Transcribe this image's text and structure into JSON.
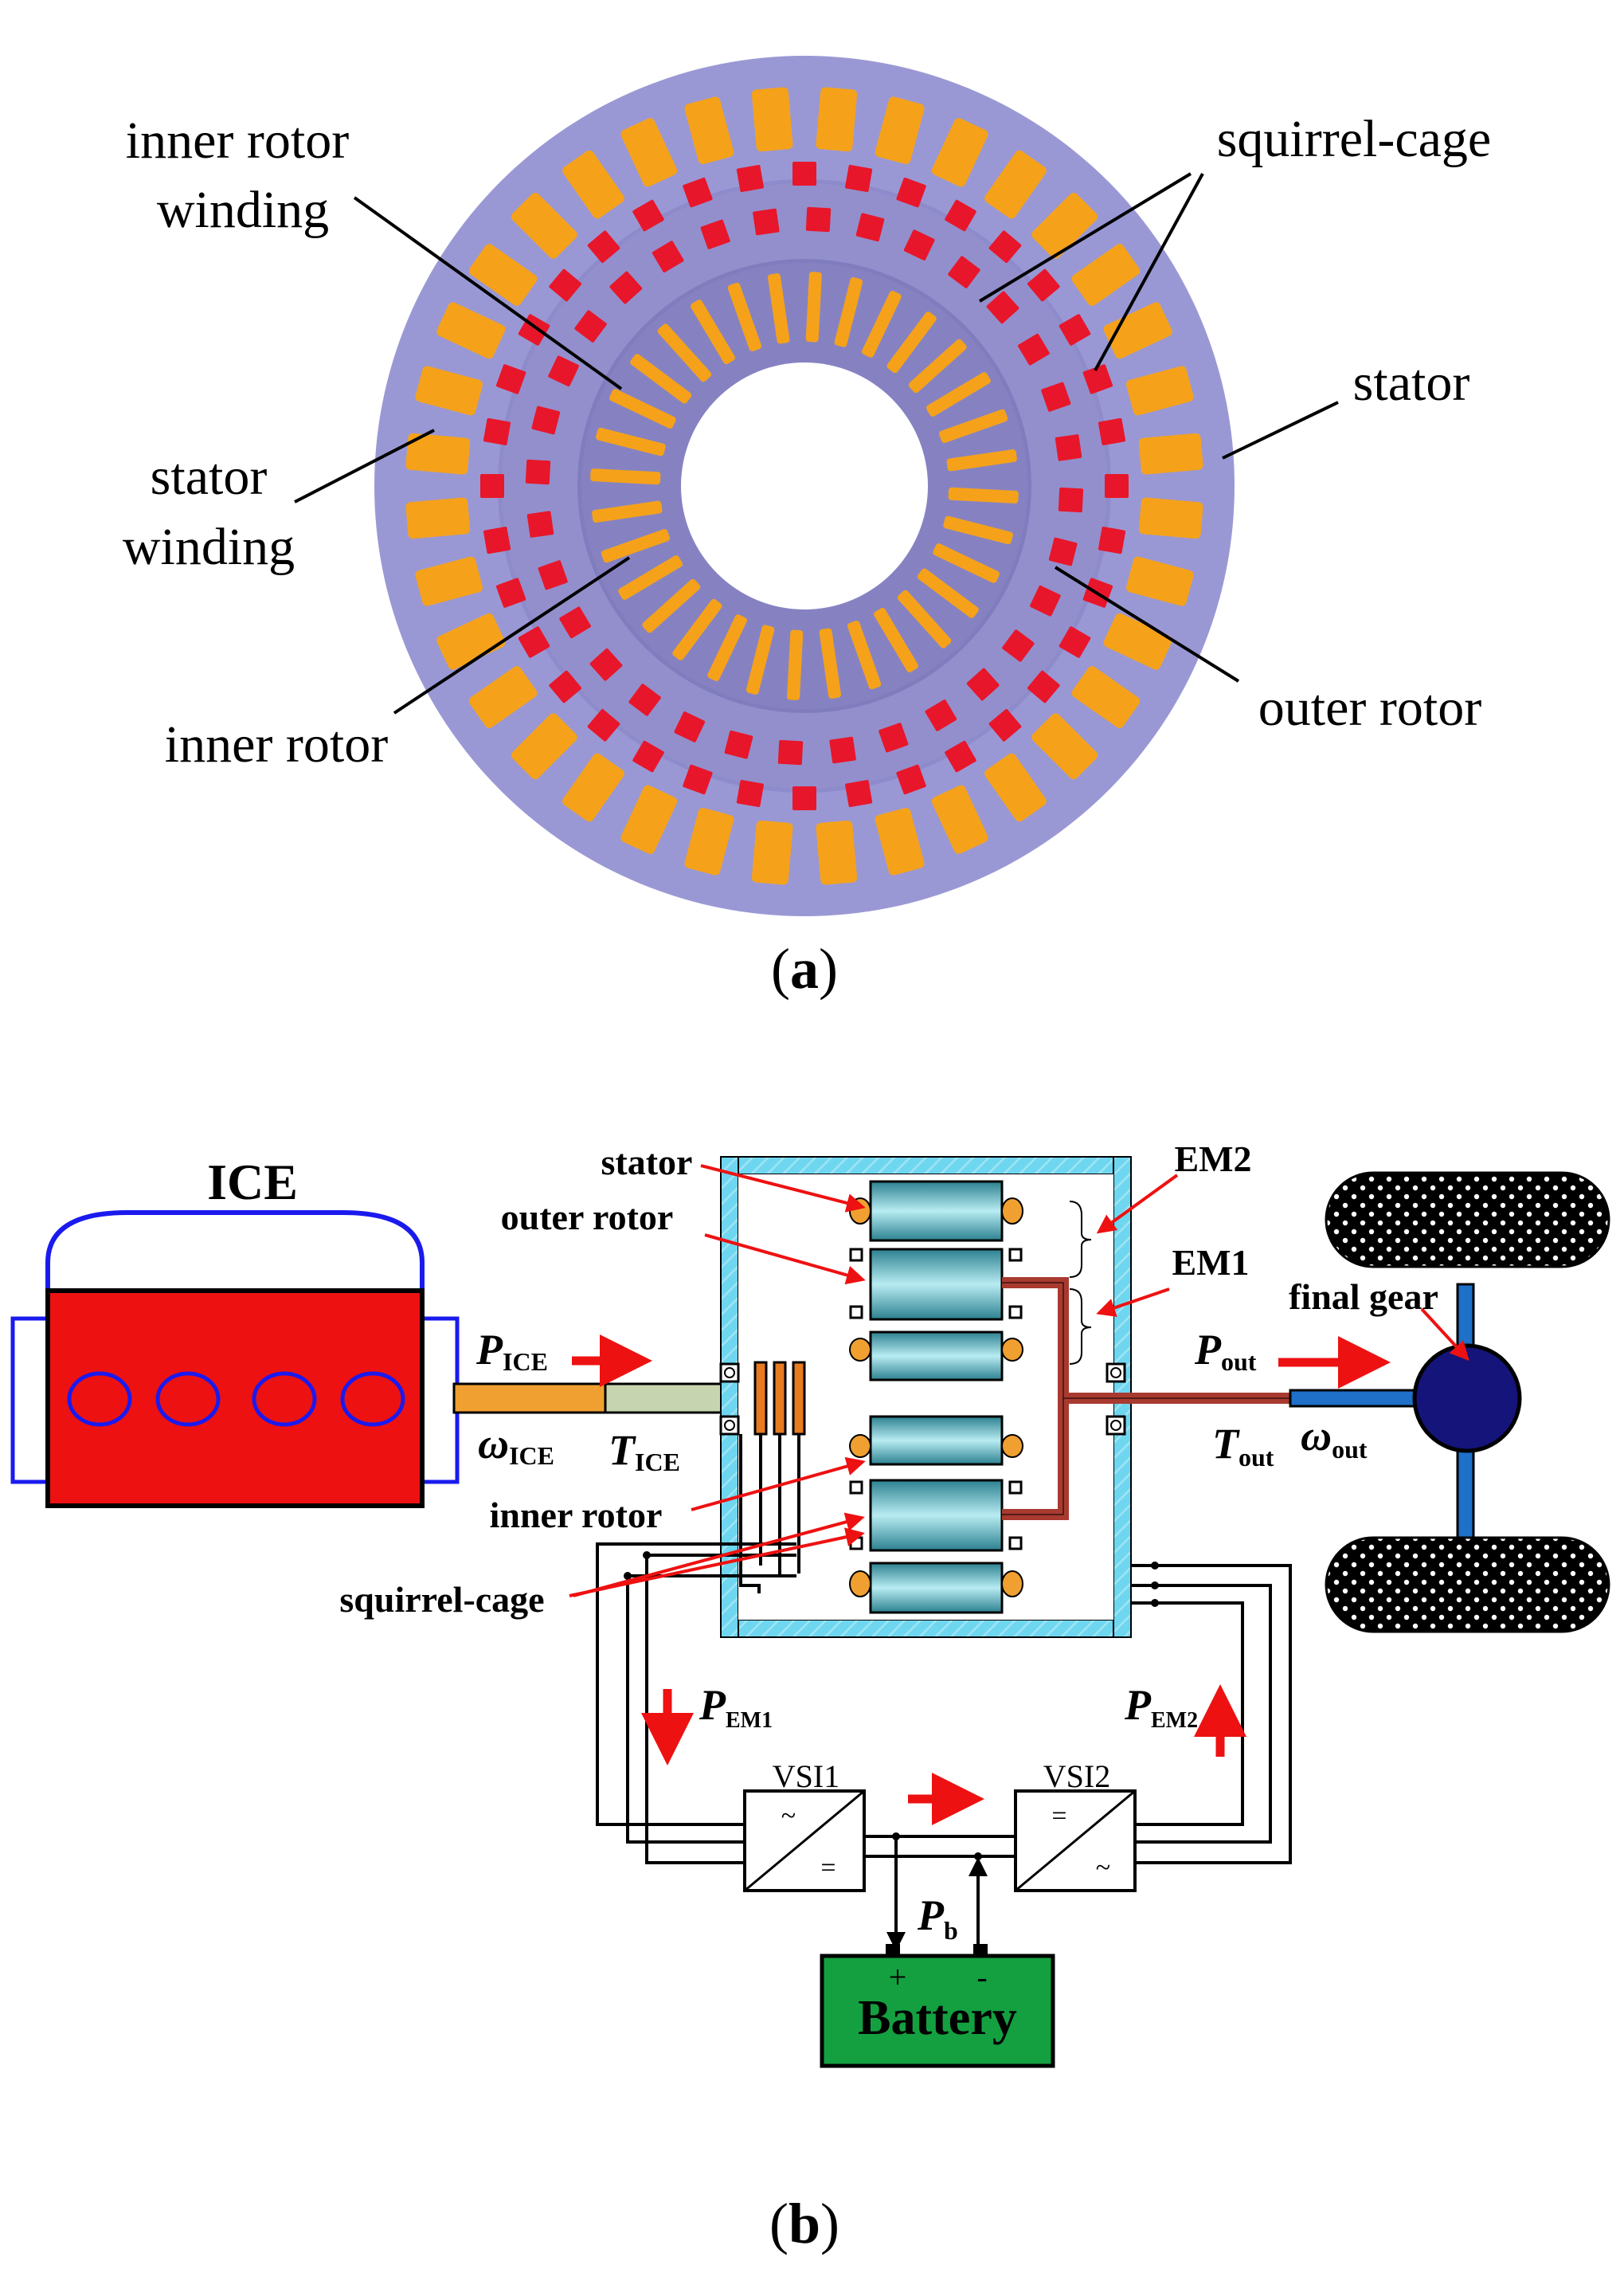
{
  "panel_a": {
    "labels": {
      "inner_rotor_winding_1": "inner rotor",
      "inner_rotor_winding_2": "winding",
      "squirrel_cage": "squirrel-cage",
      "stator": "stator",
      "stator_winding_1": "stator",
      "stator_winding_2": "winding",
      "inner_rotor": "inner rotor",
      "outer_rotor": "outer rotor"
    },
    "caption": {
      "open": "(",
      "letter": "a",
      "close": ")"
    },
    "slot_counts": {
      "stator_slots": 36,
      "cage_bars_outer": 36,
      "cage_bars_inner": 32,
      "inner_rotor_slots": 32
    },
    "colors": {
      "stator_core": "#9a98d4",
      "rotor_core": "#8c88c6",
      "winding": "#f5a21a",
      "cage_bar": "#e8162a",
      "bore": "#ffffff"
    }
  },
  "panel_b": {
    "labels": {
      "ice": "ICE",
      "stator": "stator",
      "outer_rotor": "outer rotor",
      "inner_rotor": "inner rotor",
      "squirrel_cage": "squirrel-cage",
      "em2": "EM2",
      "em1": "EM1",
      "final_gear": "final gear",
      "vsi1": "VSI1",
      "vsi2": "VSI2",
      "battery": "Battery",
      "plus": "+",
      "minus": "-",
      "ac": "~",
      "dc": "="
    },
    "symbols": {
      "p_ice": {
        "main": "P",
        "sub": "ICE"
      },
      "omega_ice": {
        "main": "ω",
        "sub": "ICE"
      },
      "t_ice": {
        "main": "T",
        "sub": "ICE"
      },
      "p_out": {
        "main": "P",
        "sub": "out"
      },
      "t_out": {
        "main": "T",
        "sub": "out"
      },
      "omega_out": {
        "main": "ω",
        "sub": "out"
      },
      "p_em1": {
        "main": "P",
        "sub": "EM1"
      },
      "p_em2": {
        "main": "P",
        "sub": "EM2"
      },
      "p_b": {
        "main": "P",
        "sub": "b"
      }
    },
    "caption": {
      "open": "(",
      "letter": "b",
      "close": ")"
    },
    "colors": {
      "engine": "#ee1111",
      "engine_outline": "#1a1aee",
      "housing": "#6fd6f0",
      "em_block": "#3a9aa8",
      "inner_shaft": "#c6d4b0",
      "ice_shaft": "#f0a030",
      "outer_shaft": "#a83a30",
      "output_shaft": "#1e70c8",
      "final_gear": "#14147a",
      "battery": "#14a040",
      "arrow": "#ee1111"
    }
  }
}
